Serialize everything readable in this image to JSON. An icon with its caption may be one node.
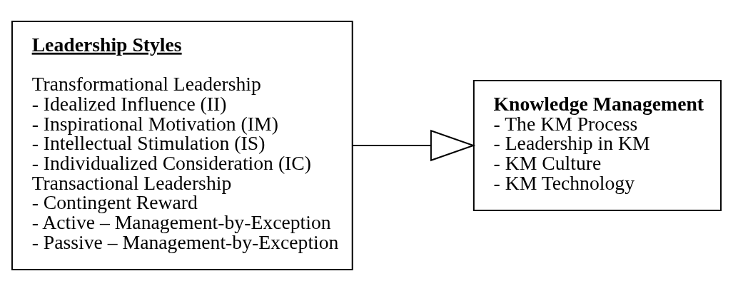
{
  "diagram": {
    "nodes": [
      {
        "text": [
          "Leadership Styles",
          "Transformational Leadership",
          "- Idealized Influence (II)",
          "- Inspirational Motivation (IM)",
          "- Intellectual Stimulation (IS)",
          "- Individualized Consideration (IC)",
          "Transactional Leadership",
          "- Contingent Reward",
          "- Active – Management-by-Exception",
          "- Passive – Management-by-Exception"
        ]
      },
      {
        "text": [
          "Knowledge Management",
          "- The KM Process",
          "- Leadership in KM",
          "- KM Culture",
          "- KM Technology"
        ]
      }
    ],
    "edges": [
      {
        "from": 0,
        "to": 1,
        "arrow": "to"
      }
    ]
  }
}
